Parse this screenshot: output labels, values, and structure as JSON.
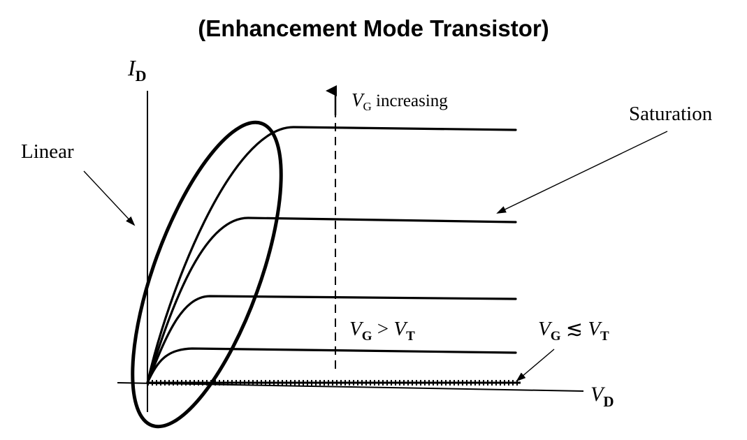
{
  "title": "(Enhancement Mode Transistor)",
  "axes": {
    "y_label_main": "I",
    "y_label_sub": "D",
    "x_label_main": "V",
    "x_label_sub": "D"
  },
  "labels": {
    "linear": "Linear",
    "saturation": "Saturation",
    "vg_increasing_var": "V",
    "vg_increasing_sub": "G",
    "vg_increasing_text": " increasing",
    "vg_gt_vt": {
      "a": "V",
      "a_sub": "G",
      "op": " > ",
      "b": "V",
      "b_sub": "T"
    },
    "vg_lt_vt": {
      "a": "V",
      "a_sub": "G",
      "op": " ≲ ",
      "b": "V",
      "b_sub": "T"
    }
  },
  "colors": {
    "ink": "#000000",
    "background": "#ffffff"
  }
}
